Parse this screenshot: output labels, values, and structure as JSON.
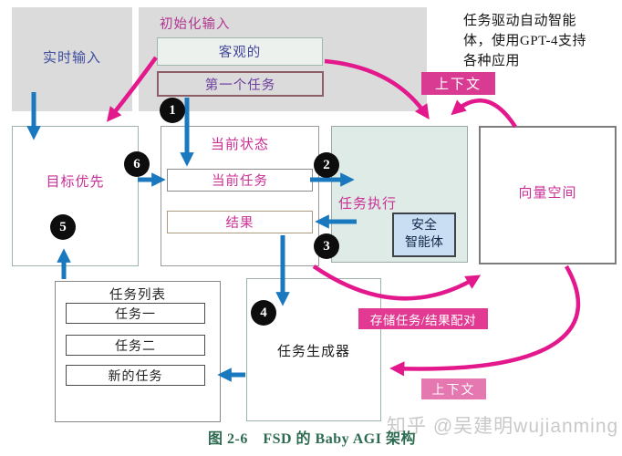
{
  "colors": {
    "blue_arrow": "#1a78be",
    "pink_arrow": "#e2188c",
    "magenta_label": "#cb2e95",
    "badge_top_bg": "#d93b92",
    "badge_store_bg": "#e23a92",
    "badge_bottom_bg": "#e577b1",
    "caption_green": "#2d6b51",
    "exec_box_bg": "#dfebe6",
    "safe_box_bg": "#c9def2",
    "gray_panel_bg": "#dbdbdb"
  },
  "top": {
    "realtime_input": "实时输入",
    "init_input_label": "初始化输入",
    "objective": "客观的",
    "first_task": "第一个任务",
    "note": "任务驱动自动智能体，使用GPT-4支持各种应用"
  },
  "badges": {
    "context_top": "上下文",
    "store_pairs": "存储任务/结果配对",
    "context_bottom": "上下文"
  },
  "boxes": {
    "goal_priority": "目标优先",
    "current_state": "当前状态",
    "current_task": "当前任务",
    "result": "结果",
    "task_execution": "任务执行",
    "safe_agent_line1": "安全",
    "safe_agent_line2": "智能体",
    "vector_space": "向量空间",
    "task_list": "任务列表",
    "task_one": "任务一",
    "task_two": "任务二",
    "new_task": "新的任务",
    "task_generator": "任务生成器"
  },
  "steps": [
    "1",
    "2",
    "3",
    "4",
    "5",
    "6"
  ],
  "caption": "图 2-6　FSD 的 Baby AGI 架构",
  "watermark": "知乎 @吴建明wujianming"
}
